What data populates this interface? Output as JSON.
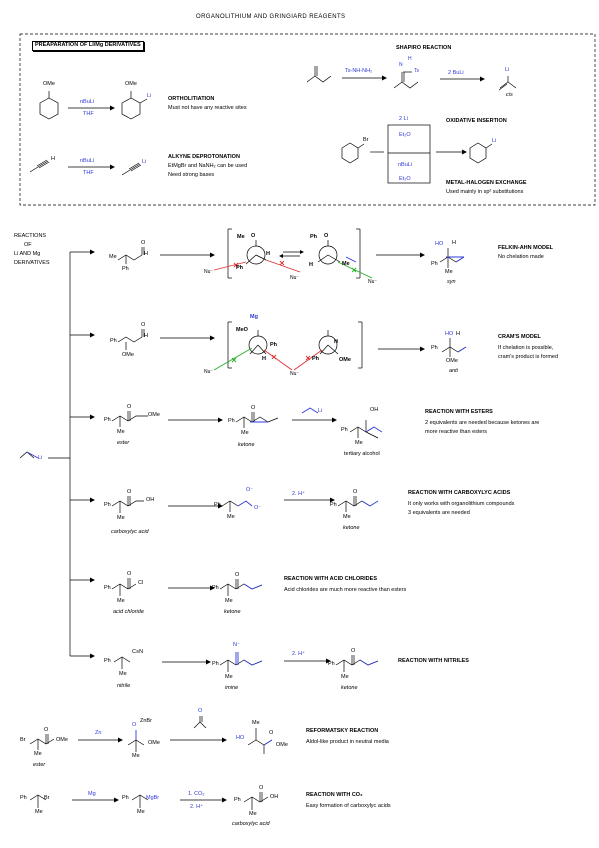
{
  "page": {
    "title": "ORGANOLITHIUM AND GRINGIARD REAGENTS"
  },
  "prep": {
    "header": "PREAPARATION OF LI/Mg DERIVATIVES",
    "ortho": {
      "reagent": "nBuLi",
      "solvent": "THF",
      "title": "ORTHOLITIATION",
      "desc": "Must not have any reactive sites",
      "sm_label": "OMe",
      "pr_label": "OMe",
      "pr_li": "Li"
    },
    "alkyne": {
      "reagent": "nBuLi",
      "solvent": "THF",
      "title": "ALKYNE DEPROTONATION",
      "desc1": "EtMgBr and NaNH₂ can be used",
      "desc2": "Need strong bases",
      "sm_h": "H",
      "pr_li": "Li"
    },
    "shapiro": {
      "title": "SHAPIRO REACTION",
      "reagent1": "Ts-NH-NH₂",
      "reagent2": "2 BuLi",
      "hydrazone_nh": "H",
      "hydrazone_n": "N",
      "hydrazone_ts": "Ts",
      "product_li": "Li",
      "product_label": "cis"
    },
    "oxidative": {
      "title": "OXIDATIVE INSERTION",
      "box_top1": "2 Li",
      "box_top2": "Et₂O",
      "box_bot1": "nBuLi",
      "box_bot2": "Et₂O",
      "sm_br": "Br",
      "pr_li": "Li",
      "mh_title": "METAL-HALOGEN EXCHANGE",
      "mh_desc": "Used mainly in sp² substitutions"
    }
  },
  "reactions": {
    "header1": "REACTIONS",
    "header2": "OF",
    "header3": "Li AND Mg",
    "header4": "DERIVATIVES",
    "reagent_li": "Li",
    "felkin": {
      "title": "FELKIN-AHN MODEL",
      "desc": "No chelation made",
      "product": "syn",
      "me": "Me",
      "ph": "Ph",
      "o": "O",
      "h": "H",
      "nu": "Nu⁻",
      "ho": "HO",
      "hprod": "H"
    },
    "cram": {
      "title": "CRAM'S MODEL",
      "desc1": "If chelation is possible,",
      "desc2": "cram's product is formed",
      "product": "anti",
      "mg": "Mg",
      "meo": "MeO",
      "ph": "Ph",
      "ome": "OMe",
      "h": "H",
      "nu": "Nu⁻",
      "ho": "HO",
      "hprod": "H",
      "omeprod": "OMe"
    },
    "esters": {
      "title": "REACTION WITH ESTERS",
      "desc1": "2 equivalents are needed because ketones are",
      "desc2": "more reactive than esters",
      "sm": "ester",
      "mid": "ketone",
      "pr": "tertiary alcohol",
      "reagent_li": "Li",
      "ome": "OMe",
      "oh": "OH"
    },
    "acids": {
      "title": "REACTION WITH CARBOXYLYC ACIDS",
      "desc1": "It only works with organolithium compounds",
      "desc2": "3 equivalents are needed",
      "sm": "carboxylyc acid",
      "pr": "ketone",
      "reagent": "2. H⁺",
      "oh": "OH",
      "ominus": "O⁻"
    },
    "chlorides": {
      "title": "REACTION WITH ACID CHLORIDES",
      "desc": "Acid chlorides are much more reactive than esters",
      "sm": "acid chloride",
      "pr": "ketone",
      "cl": "Cl"
    },
    "nitriles": {
      "title": "REACTION WITH NITRILES",
      "sm": "nitrile",
      "mid": "imine",
      "pr": "ketone",
      "reagent": "2. H⁺",
      "cn": "C≡N",
      "nminus": "N⁻"
    }
  },
  "reformatsky": {
    "title": "REFORMATSKY REACTION",
    "desc": "Aldol-like product in neutral media",
    "reagent": "Zn",
    "sm": "ester",
    "br": "Br",
    "me": "Me",
    "ome": "OMe",
    "znbr": "ZnBr",
    "ho": "HO",
    "o": "O"
  },
  "co2": {
    "title": "REACTION WITH CO₂",
    "desc": "Easy formation of carboxylyc acids",
    "reagent_mg": "Mg",
    "reagent2a": "1. CO₂",
    "reagent2b": "2. H⁺",
    "product": "carboxylyc acid",
    "ph": "Ph",
    "br": "Br",
    "me": "Me",
    "mgbr": "MgBr",
    "oh": "OH",
    "o": "O"
  }
}
